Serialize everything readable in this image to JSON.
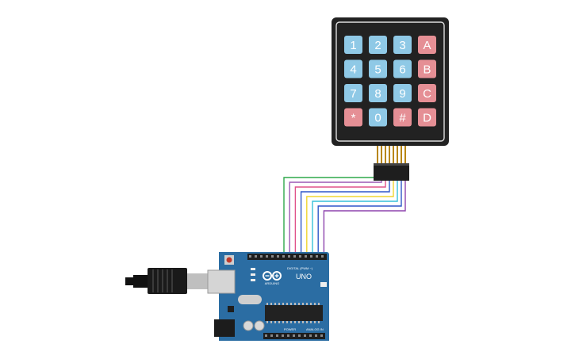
{
  "keypad": {
    "rows": [
      [
        "1",
        "2",
        "3",
        "A"
      ],
      [
        "4",
        "5",
        "6",
        "B"
      ],
      [
        "7",
        "8",
        "9",
        "C"
      ],
      [
        "*",
        "0",
        "#",
        "D"
      ]
    ],
    "colors": {
      "frame": "#222222",
      "digit_key": "#8fc9e6",
      "letter_key": "#e58f95"
    }
  },
  "wires": {
    "colors": [
      "#2ea84a",
      "#9b59b6",
      "#e0528a",
      "#2f57c8",
      "#f0d530",
      "#37c0d9",
      "#2f57c8",
      "#8e44ad"
    ]
  },
  "board": {
    "model": "UNO",
    "brand": "ARDUINO",
    "digital_label": "DIGITAL (PWM ~)",
    "power_label": "POWER",
    "analog_label": "ANALOG IN",
    "colors": {
      "pcb": "#2b6da3",
      "chip": "#222222"
    }
  }
}
